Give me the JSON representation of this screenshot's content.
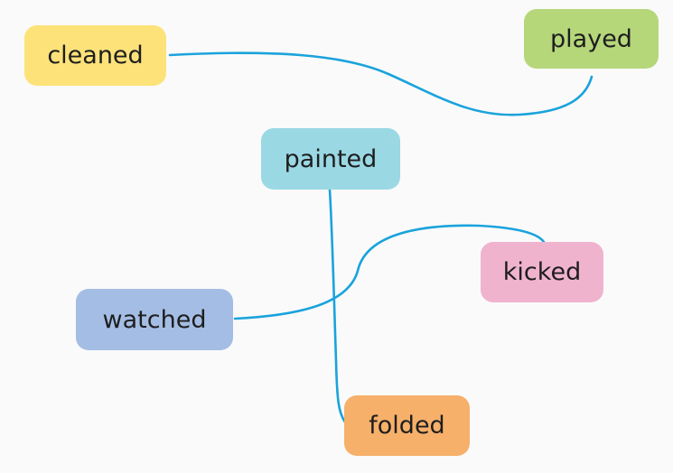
{
  "colors": {
    "connector": "#1aa3dc",
    "background": "#fafafa",
    "yellow": "#fde27a",
    "green": "#b5d77a",
    "cyan": "#9ad8e4",
    "pink": "#f0b3ce",
    "blue": "#a4bde4",
    "orange": "#f6b06a"
  },
  "words": {
    "cleaned": "cleaned",
    "played": "played",
    "painted": "painted",
    "kicked": "kicked",
    "watched": "watched",
    "folded": "folded"
  },
  "links": [
    {
      "from": "cleaned",
      "to": "played"
    },
    {
      "from": "painted",
      "to": "folded"
    },
    {
      "from": "watched",
      "to": "kicked"
    }
  ]
}
